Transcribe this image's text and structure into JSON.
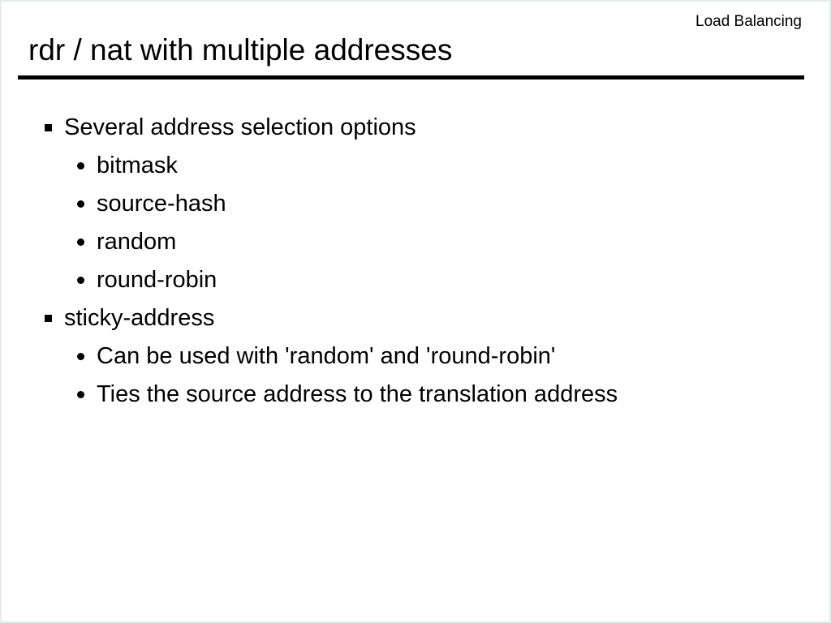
{
  "slide": {
    "corner_label": "Load Balancing",
    "title": "rdr / nat with multiple addresses",
    "bullets": [
      {
        "level": 1,
        "text": "Several address selection options"
      },
      {
        "level": 2,
        "text": "bitmask"
      },
      {
        "level": 2,
        "text": "source-hash"
      },
      {
        "level": 2,
        "text": "random"
      },
      {
        "level": 2,
        "text": "round-robin"
      },
      {
        "level": 1,
        "text": "sticky-address"
      },
      {
        "level": 2,
        "text": "Can be used with 'random' and 'round-robin'"
      },
      {
        "level": 2,
        "text": "Ties the source address to the translation address"
      }
    ]
  }
}
